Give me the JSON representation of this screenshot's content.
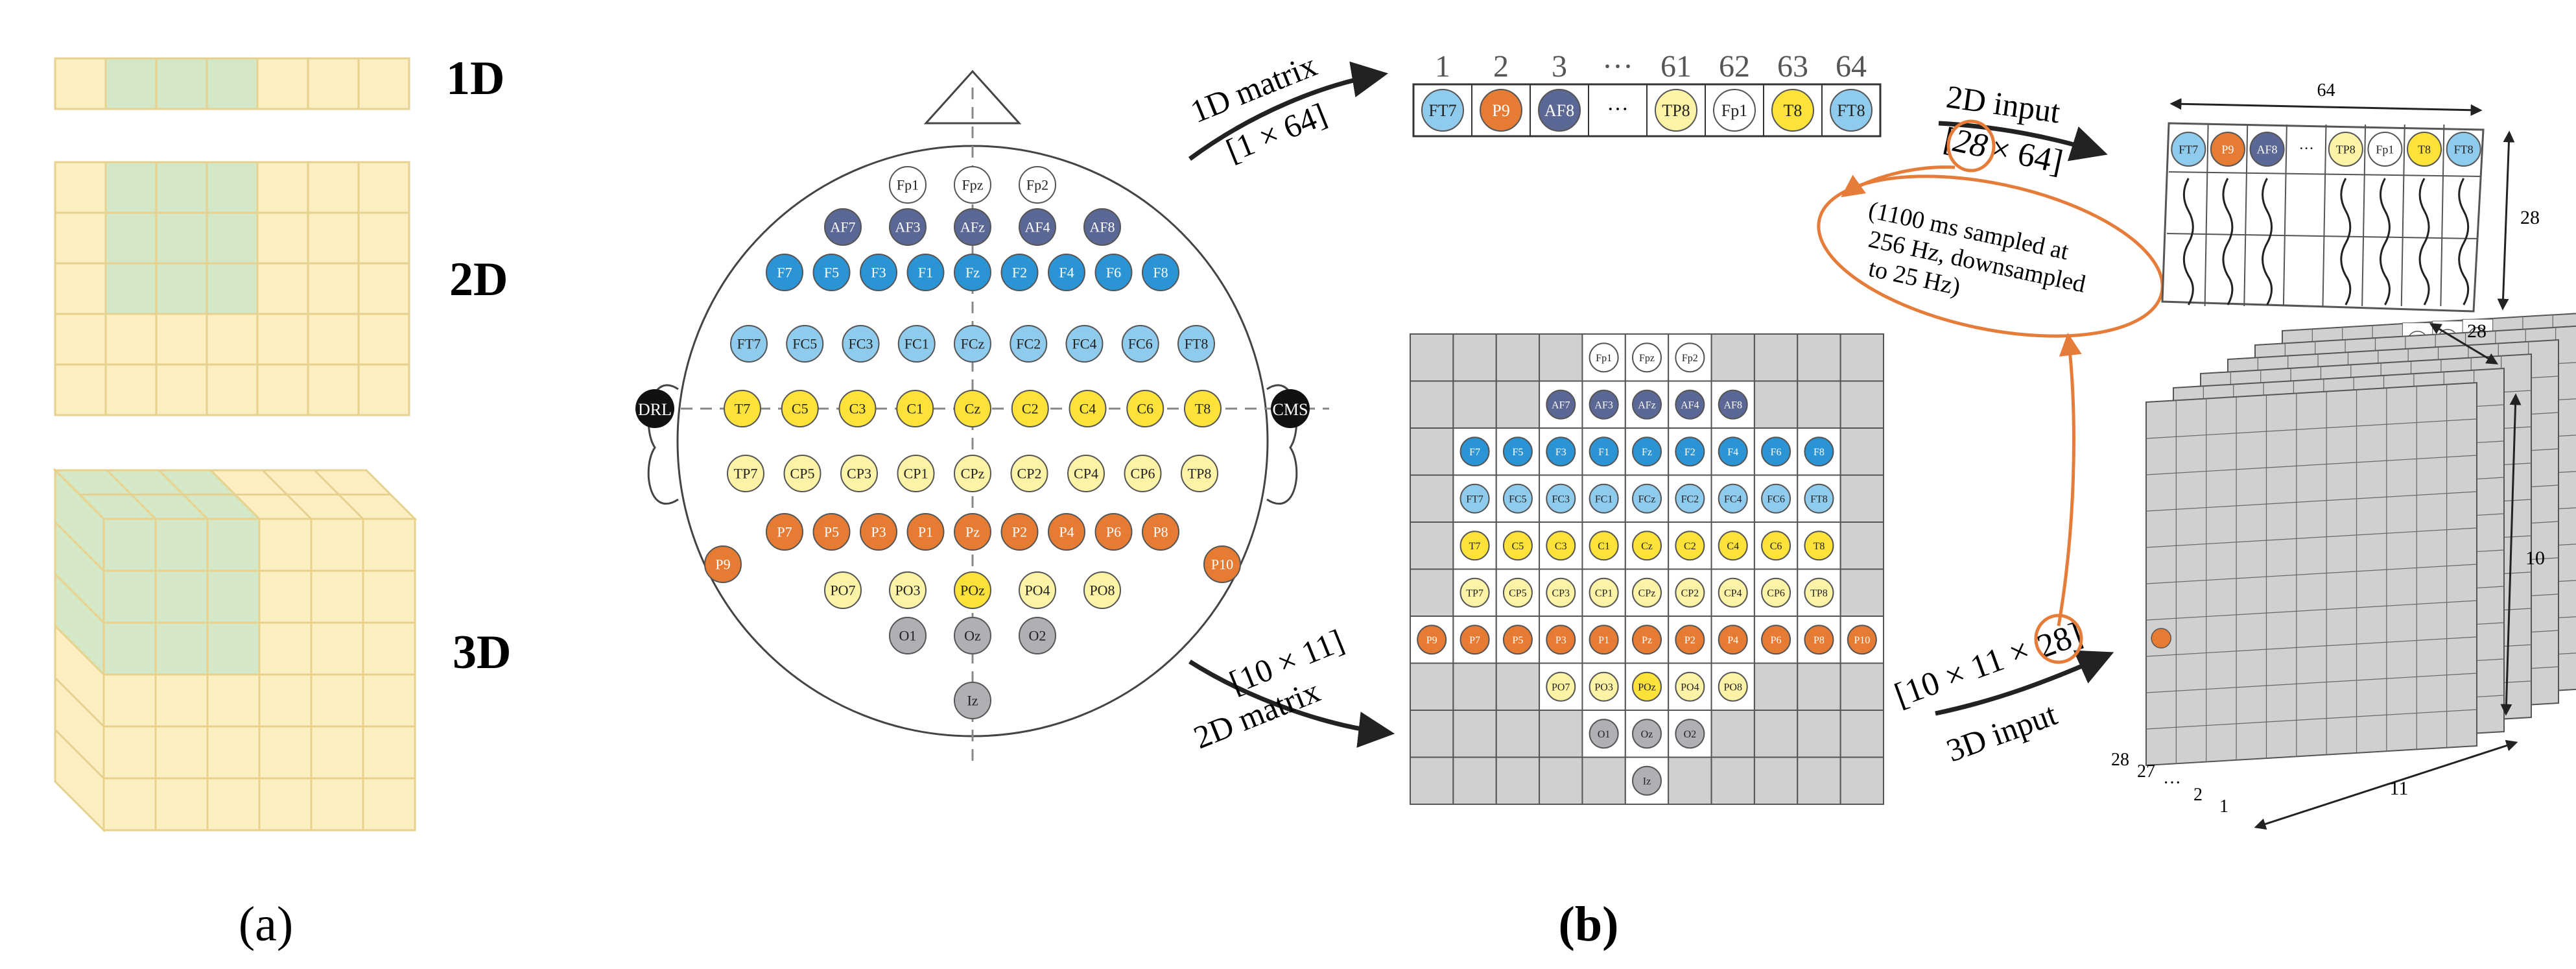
{
  "panel_labels": {
    "a": "(a)",
    "b": "(b)"
  },
  "dimension_labels": {
    "d1": "1D",
    "d2": "2D",
    "d3": "3D"
  },
  "colors": {
    "yellow_cell": "#fbeec1",
    "green_cell": "#d4e7c6",
    "cell_border": "#e6d28e",
    "light_blue": "#8fcbec",
    "blue": "#2b94d4",
    "dark_blue": "#5b6794",
    "yellow": "#fde23a",
    "pale_yellow": "#fdf3a6",
    "orange": "#e67b34",
    "gray": "#aeb0b4",
    "white": "#ffffff",
    "black": "#111111",
    "grid_gray": "#d0d0d0",
    "annotation_orange": "#e57c39"
  },
  "arrows": {
    "matrix1d": {
      "line1": "1D matrix",
      "line2": "[1 × 64]"
    },
    "matrix2d": {
      "line1": "[10 × 11]",
      "line2": "2D matrix"
    },
    "input2d": {
      "label": "2D input",
      "dim_a": "28",
      "dim_b": " × 64]"
    },
    "input3d": {
      "label": "3D input",
      "dim_a": "[10 × 11 × ",
      "dim_b": "28]"
    },
    "sampling_note": [
      "(1100 ms sampled at",
      "256 Hz, downsampled",
      "to 25 Hz)"
    ]
  },
  "head_map": {
    "ground_left": "DRL",
    "ground_right": "CMS",
    "rows": [
      [
        [
          "Fp1",
          "white"
        ],
        [
          "Fpz",
          "white"
        ],
        [
          "Fp2",
          "white"
        ]
      ],
      [
        [
          "AF7",
          "dark_blue"
        ],
        [
          "AF3",
          "dark_blue"
        ],
        [
          "AFz",
          "dark_blue"
        ],
        [
          "AF4",
          "dark_blue"
        ],
        [
          "AF8",
          "dark_blue"
        ]
      ],
      [
        [
          "F7",
          "blue"
        ],
        [
          "F5",
          "blue"
        ],
        [
          "F3",
          "blue"
        ],
        [
          "F1",
          "blue"
        ],
        [
          "Fz",
          "blue"
        ],
        [
          "F2",
          "blue"
        ],
        [
          "F4",
          "blue"
        ],
        [
          "F6",
          "blue"
        ],
        [
          "F8",
          "blue"
        ]
      ],
      [
        [
          "FT7",
          "light_blue"
        ],
        [
          "FC5",
          "light_blue"
        ],
        [
          "FC3",
          "light_blue"
        ],
        [
          "FC1",
          "light_blue"
        ],
        [
          "FCz",
          "light_blue"
        ],
        [
          "FC2",
          "light_blue"
        ],
        [
          "FC4",
          "light_blue"
        ],
        [
          "FC6",
          "light_blue"
        ],
        [
          "FT8",
          "light_blue"
        ]
      ],
      [
        [
          "T7",
          "yellow"
        ],
        [
          "C5",
          "yellow"
        ],
        [
          "C3",
          "yellow"
        ],
        [
          "C1",
          "yellow"
        ],
        [
          "Cz",
          "yellow"
        ],
        [
          "C2",
          "yellow"
        ],
        [
          "C4",
          "yellow"
        ],
        [
          "C6",
          "yellow"
        ],
        [
          "T8",
          "yellow"
        ]
      ],
      [
        [
          "TP7",
          "pale_yellow"
        ],
        [
          "CP5",
          "pale_yellow"
        ],
        [
          "CP3",
          "pale_yellow"
        ],
        [
          "CP1",
          "pale_yellow"
        ],
        [
          "CPz",
          "pale_yellow"
        ],
        [
          "CP2",
          "pale_yellow"
        ],
        [
          "CP4",
          "pale_yellow"
        ],
        [
          "CP6",
          "pale_yellow"
        ],
        [
          "TP8",
          "pale_yellow"
        ]
      ],
      [
        [
          "P9",
          "orange"
        ],
        [
          "P7",
          "orange"
        ],
        [
          "P5",
          "orange"
        ],
        [
          "P3",
          "orange"
        ],
        [
          "P1",
          "orange"
        ],
        [
          "Pz",
          "orange"
        ],
        [
          "P2",
          "orange"
        ],
        [
          "P4",
          "orange"
        ],
        [
          "P6",
          "orange"
        ],
        [
          "P8",
          "orange"
        ],
        [
          "P10",
          "orange"
        ]
      ],
      [
        [
          "PO7",
          "pale_yellow"
        ],
        [
          "PO3",
          "pale_yellow"
        ],
        [
          "POz",
          "yellow"
        ],
        [
          "PO4",
          "pale_yellow"
        ],
        [
          "PO8",
          "pale_yellow"
        ]
      ],
      [
        [
          "O1",
          "gray"
        ],
        [
          "Oz",
          "gray"
        ],
        [
          "O2",
          "gray"
        ]
      ],
      [
        [
          "Iz",
          "gray"
        ]
      ]
    ]
  },
  "matrix_1d": {
    "indices": [
      "1",
      "2",
      "3",
      "···",
      "61",
      "62",
      "63",
      "64"
    ],
    "cells": [
      [
        "FT7",
        "light_blue"
      ],
      [
        "P9",
        "orange"
      ],
      [
        "AF8",
        "dark_blue"
      ],
      [
        "···",
        "none"
      ],
      [
        "TP8",
        "pale_yellow"
      ],
      [
        "Fp1",
        "white"
      ],
      [
        "T8",
        "yellow"
      ],
      [
        "FT8",
        "light_blue"
      ]
    ]
  },
  "matrix_2d": {
    "rows": [
      [
        [
          "",
          ""
        ],
        [
          "",
          ""
        ],
        [
          "",
          ""
        ],
        [
          "",
          ""
        ],
        [
          "Fp1",
          "white"
        ],
        [
          "Fpz",
          "white"
        ],
        [
          "Fp2",
          "white"
        ],
        [
          "",
          ""
        ],
        [
          "",
          ""
        ],
        [
          "",
          ""
        ],
        [
          "",
          ""
        ]
      ],
      [
        [
          "",
          ""
        ],
        [
          "",
          ""
        ],
        [
          "",
          ""
        ],
        [
          "AF7",
          "dark_blue"
        ],
        [
          "AF3",
          "dark_blue"
        ],
        [
          "AFz",
          "dark_blue"
        ],
        [
          "AF4",
          "dark_blue"
        ],
        [
          "AF8",
          "dark_blue"
        ],
        [
          "",
          ""
        ],
        [
          "",
          ""
        ],
        [
          "",
          ""
        ]
      ],
      [
        [
          "",
          ""
        ],
        [
          "F7",
          "blue"
        ],
        [
          "F5",
          "blue"
        ],
        [
          "F3",
          "blue"
        ],
        [
          "F1",
          "blue"
        ],
        [
          "Fz",
          "blue"
        ],
        [
          "F2",
          "blue"
        ],
        [
          "F4",
          "blue"
        ],
        [
          "F6",
          "blue"
        ],
        [
          "F8",
          "blue"
        ],
        [
          "",
          ""
        ]
      ],
      [
        [
          "",
          ""
        ],
        [
          "FT7",
          "light_blue"
        ],
        [
          "FC5",
          "light_blue"
        ],
        [
          "FC3",
          "light_blue"
        ],
        [
          "FC1",
          "light_blue"
        ],
        [
          "FCz",
          "light_blue"
        ],
        [
          "FC2",
          "light_blue"
        ],
        [
          "FC4",
          "light_blue"
        ],
        [
          "FC6",
          "light_blue"
        ],
        [
          "FT8",
          "light_blue"
        ],
        [
          "",
          ""
        ]
      ],
      [
        [
          "",
          ""
        ],
        [
          "T7",
          "yellow"
        ],
        [
          "C5",
          "yellow"
        ],
        [
          "C3",
          "yellow"
        ],
        [
          "C1",
          "yellow"
        ],
        [
          "Cz",
          "yellow"
        ],
        [
          "C2",
          "yellow"
        ],
        [
          "C4",
          "yellow"
        ],
        [
          "C6",
          "yellow"
        ],
        [
          "T8",
          "yellow"
        ],
        [
          "",
          ""
        ]
      ],
      [
        [
          "",
          ""
        ],
        [
          "TP7",
          "pale_yellow"
        ],
        [
          "CP5",
          "pale_yellow"
        ],
        [
          "CP3",
          "pale_yellow"
        ],
        [
          "CP1",
          "pale_yellow"
        ],
        [
          "CPz",
          "pale_yellow"
        ],
        [
          "CP2",
          "pale_yellow"
        ],
        [
          "CP4",
          "pale_yellow"
        ],
        [
          "CP6",
          "pale_yellow"
        ],
        [
          "TP8",
          "pale_yellow"
        ],
        [
          "",
          ""
        ]
      ],
      [
        [
          "P9",
          "orange"
        ],
        [
          "P7",
          "orange"
        ],
        [
          "P5",
          "orange"
        ],
        [
          "P3",
          "orange"
        ],
        [
          "P1",
          "orange"
        ],
        [
          "Pz",
          "orange"
        ],
        [
          "P2",
          "orange"
        ],
        [
          "P4",
          "orange"
        ],
        [
          "P6",
          "orange"
        ],
        [
          "P8",
          "orange"
        ],
        [
          "P10",
          "orange"
        ]
      ],
      [
        [
          "",
          ""
        ],
        [
          "",
          ""
        ],
        [
          "",
          ""
        ],
        [
          "PO7",
          "pale_yellow"
        ],
        [
          "PO3",
          "pale_yellow"
        ],
        [
          "POz",
          "yellow"
        ],
        [
          "PO4",
          "pale_yellow"
        ],
        [
          "PO8",
          "pale_yellow"
        ],
        [
          "",
          ""
        ],
        [
          "",
          ""
        ],
        [
          "",
          ""
        ]
      ],
      [
        [
          "",
          ""
        ],
        [
          "",
          ""
        ],
        [
          "",
          ""
        ],
        [
          "",
          ""
        ],
        [
          "O1",
          "gray"
        ],
        [
          "Oz",
          "gray"
        ],
        [
          "O2",
          "gray"
        ],
        [
          "",
          ""
        ],
        [
          "",
          ""
        ],
        [
          "",
          ""
        ],
        [
          "",
          ""
        ]
      ],
      [
        [
          "",
          ""
        ],
        [
          "",
          ""
        ],
        [
          "",
          ""
        ],
        [
          "",
          ""
        ],
        [
          "",
          ""
        ],
        [
          "Iz",
          "gray"
        ],
        [
          "",
          ""
        ],
        [
          "",
          ""
        ],
        [
          "",
          ""
        ],
        [
          "",
          ""
        ],
        [
          "",
          ""
        ]
      ]
    ]
  },
  "input_2d": {
    "width_label": "64",
    "height_label": "28",
    "header": [
      [
        "FT7",
        "light_blue"
      ],
      [
        "P9",
        "orange"
      ],
      [
        "AF8",
        "dark_blue"
      ],
      [
        "···",
        "none"
      ],
      [
        "TP8",
        "pale_yellow"
      ],
      [
        "Fp1",
        "white"
      ],
      [
        "T8",
        "yellow"
      ],
      [
        "FT8",
        "light_blue"
      ]
    ]
  },
  "input_3d": {
    "depth_label": "28",
    "height_label": "10",
    "width_label": "11",
    "stack_labels": [
      "28",
      "27",
      "···",
      "2",
      "1"
    ]
  }
}
